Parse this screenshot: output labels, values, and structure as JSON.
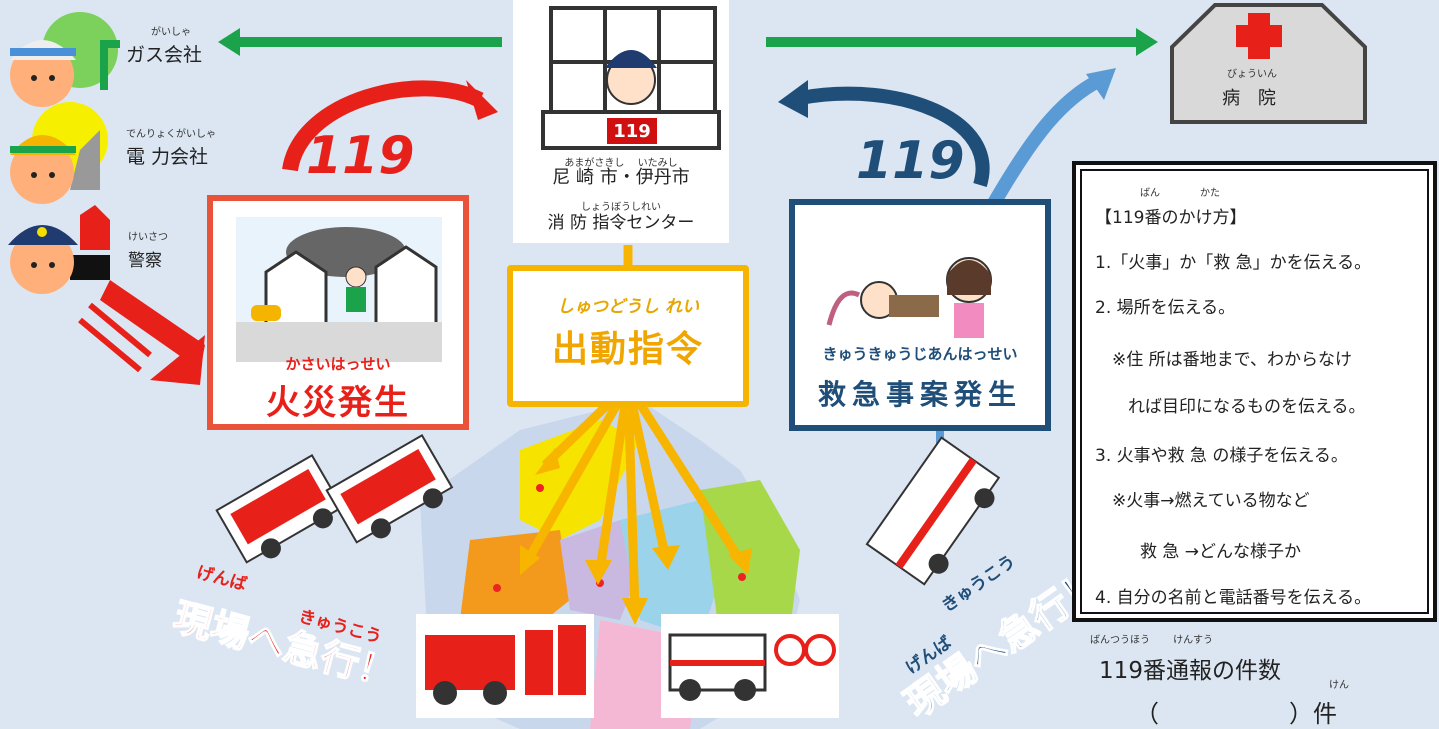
{
  "center": {
    "monitor_sign": "119",
    "line1_ruby": "あまがさきし　 いたみし",
    "line1": "尼 崎 市・伊丹市",
    "line2_ruby": "しょうぼうしれい",
    "line2": "消 防 指令センター"
  },
  "left_parties": [
    {
      "ruby": "がいしゃ",
      "label": "ガス会社"
    },
    {
      "ruby": "でんりょくがいしゃ",
      "label": "電 力会社"
    },
    {
      "ruby": "けいさつ",
      "label": "警察"
    }
  ],
  "call_number_left": "119",
  "call_number_right": "119",
  "fire": {
    "ruby": "かさいはっせい",
    "title": "火災発生"
  },
  "dispatch": {
    "ruby": "しゅつどうし れい",
    "title": "出動指令"
  },
  "emergency": {
    "ruby": "きゅうきゅうじあんはっせい",
    "title": "救急事案発生"
  },
  "hospital": {
    "ruby": "びょういん",
    "label": "病 院"
  },
  "rush_left": {
    "ruby1": "げんば",
    "ruby2": "きゅうこう",
    "text": "現場へ急行！"
  },
  "rush_right": {
    "ruby1": "げんば",
    "ruby2": "きゅうこう",
    "text": "現場へ急行！"
  },
  "instructions": {
    "title_ruby": "ばん　　　　かた",
    "title": "【119番のかけ方】",
    "lines": [
      "1.「火事」か「救 急」かを伝える。",
      "2. 場所を伝える。",
      "※住 所は番地まで、わからなけ",
      "れば目印になるものを伝える。",
      "3. 火事や救 急 の様子を伝える。",
      "※火事→燃えている物など",
      "救 急 →どんな様子か",
      "4. 自分の名前と電話番号を伝える。"
    ]
  },
  "report_count": {
    "ruby": "ばんつうほう　　 けんすう",
    "label": "119番通報の件数",
    "open_paren": "（",
    "close_paren": "）",
    "unit_ruby": "けん",
    "unit": "件"
  },
  "colors": {
    "green_arrow": "#1aa34a",
    "red": "#e8201a",
    "fire_border": "#e8533a",
    "dispatch_yellow": "#f4b400",
    "navy": "#1f4e79",
    "background": "#dce6f2"
  }
}
